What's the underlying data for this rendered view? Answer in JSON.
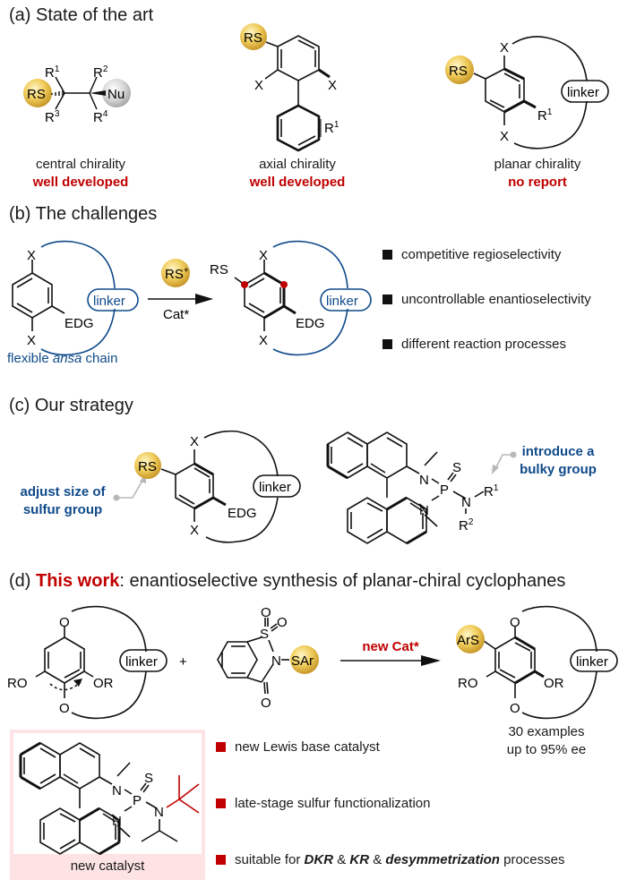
{
  "colors": {
    "accent_red": "#c00000",
    "accent_blue": "#0f4a8a",
    "gold_ball": "#e8c04a",
    "gray_ball": "#c8c8c8",
    "catalyst_bg": "#fde3e3"
  },
  "section_a": {
    "title": "(a) State of the art",
    "central": {
      "caption": "central chirality",
      "status": "well developed",
      "labels": {
        "rs": "RS",
        "nu": "Nu",
        "r1": "R",
        "r1_sup": "1",
        "r2": "R",
        "r2_sup": "2",
        "r3": "R",
        "r3_sup": "3",
        "r4": "R",
        "r4_sup": "4"
      }
    },
    "axial": {
      "caption": "axial chirality",
      "status": "well developed",
      "labels": {
        "rs": "RS",
        "x": "X",
        "r1": "R",
        "r1_sup": "1"
      }
    },
    "planar": {
      "caption": "planar chirality",
      "status": "no report",
      "labels": {
        "rs": "RS",
        "x": "X",
        "linker": "linker",
        "r1": "R",
        "r1_sup": "1"
      }
    }
  },
  "section_b": {
    "title": "(b) The challenges",
    "substrate_labels": {
      "x": "X",
      "edg": "EDG",
      "linker": "linker"
    },
    "chain_caption_prefix": "flexible ",
    "chain_caption_italic": "ansa",
    "chain_caption_suffix": " chain",
    "reagent": "RS",
    "reagent_sup": "+",
    "catalyst": "Cat*",
    "product_labels": {
      "rs": "RS",
      "x": "X",
      "edg": "EDG",
      "linker": "linker"
    },
    "bullets": [
      "competitive regioselectivity",
      "uncontrollable enantioselectivity",
      "different reaction processes"
    ]
  },
  "section_c": {
    "title": "(c) Our strategy",
    "left_note_line1": "adjust size of",
    "left_note_line2": "sulfur group",
    "right_note_line1": "introduce a",
    "right_note_line2": "bulky group",
    "substrate_labels": {
      "rs": "RS",
      "x": "X",
      "edg": "EDG",
      "linker": "linker"
    },
    "catalyst_labels": {
      "n": "N",
      "p": "P",
      "s": "S",
      "r1": "R",
      "r1_sup": "1",
      "r2": "R",
      "r2_sup": "2"
    }
  },
  "section_d": {
    "title_prefix": "(d) ",
    "title_highlight": "This work",
    "title_suffix": ": enantioselective synthesis of planar-chiral cyclophanes",
    "substrate_labels": {
      "o": "O",
      "ro": "RO",
      "or": "OR",
      "linker": "linker"
    },
    "plus": "+",
    "reagent_labels": {
      "o": "O",
      "s": "S",
      "n": "N",
      "sar": "SAr"
    },
    "arrow_label": "new Cat*",
    "product_labels": {
      "ars": "ArS",
      "o": "O",
      "ro": "RO",
      "or": "OR",
      "linker": "linker"
    },
    "results_line1": "30 examples",
    "results_line2": "up to 95% ee",
    "catalyst_caption": "new catalyst",
    "catalyst_labels": {
      "n": "N",
      "p": "P",
      "s": "S"
    },
    "bullets": [
      {
        "parts": [
          {
            "text": "new Lewis base catalyst",
            "style": "normal"
          }
        ]
      },
      {
        "parts": [
          {
            "text": "late-stage sulfur functionalization",
            "style": "normal"
          }
        ]
      },
      {
        "parts": [
          {
            "text": "suitable for ",
            "style": "normal"
          },
          {
            "text": "DKR",
            "style": "bolditalic"
          },
          {
            "text": " & ",
            "style": "normal"
          },
          {
            "text": "KR",
            "style": "bolditalic"
          },
          {
            "text": " & ",
            "style": "normal"
          },
          {
            "text": "desymmetrization",
            "style": "bolditalic"
          },
          {
            "text": " processes",
            "style": "normal"
          }
        ]
      }
    ]
  }
}
